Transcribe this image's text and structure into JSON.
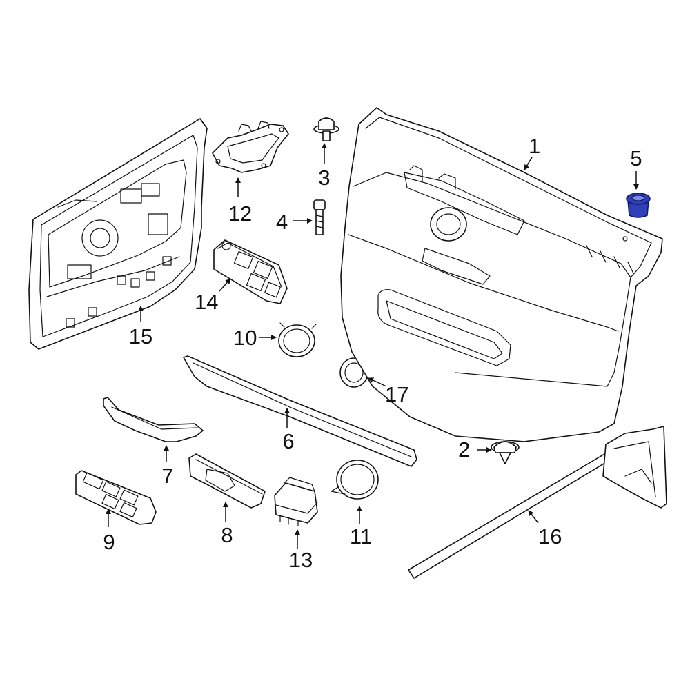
{
  "callouts": {
    "c1": "1",
    "c2": "2",
    "c3": "3",
    "c4": "4",
    "c5": "5",
    "c6": "6",
    "c7": "7",
    "c8": "8",
    "c9": "9",
    "c10": "10",
    "c11": "11",
    "c12": "12",
    "c13": "13",
    "c14": "14",
    "c15": "15",
    "c16": "16",
    "c17": "17"
  },
  "highlight": {
    "part": "5",
    "color": "#2f3fb8"
  }
}
